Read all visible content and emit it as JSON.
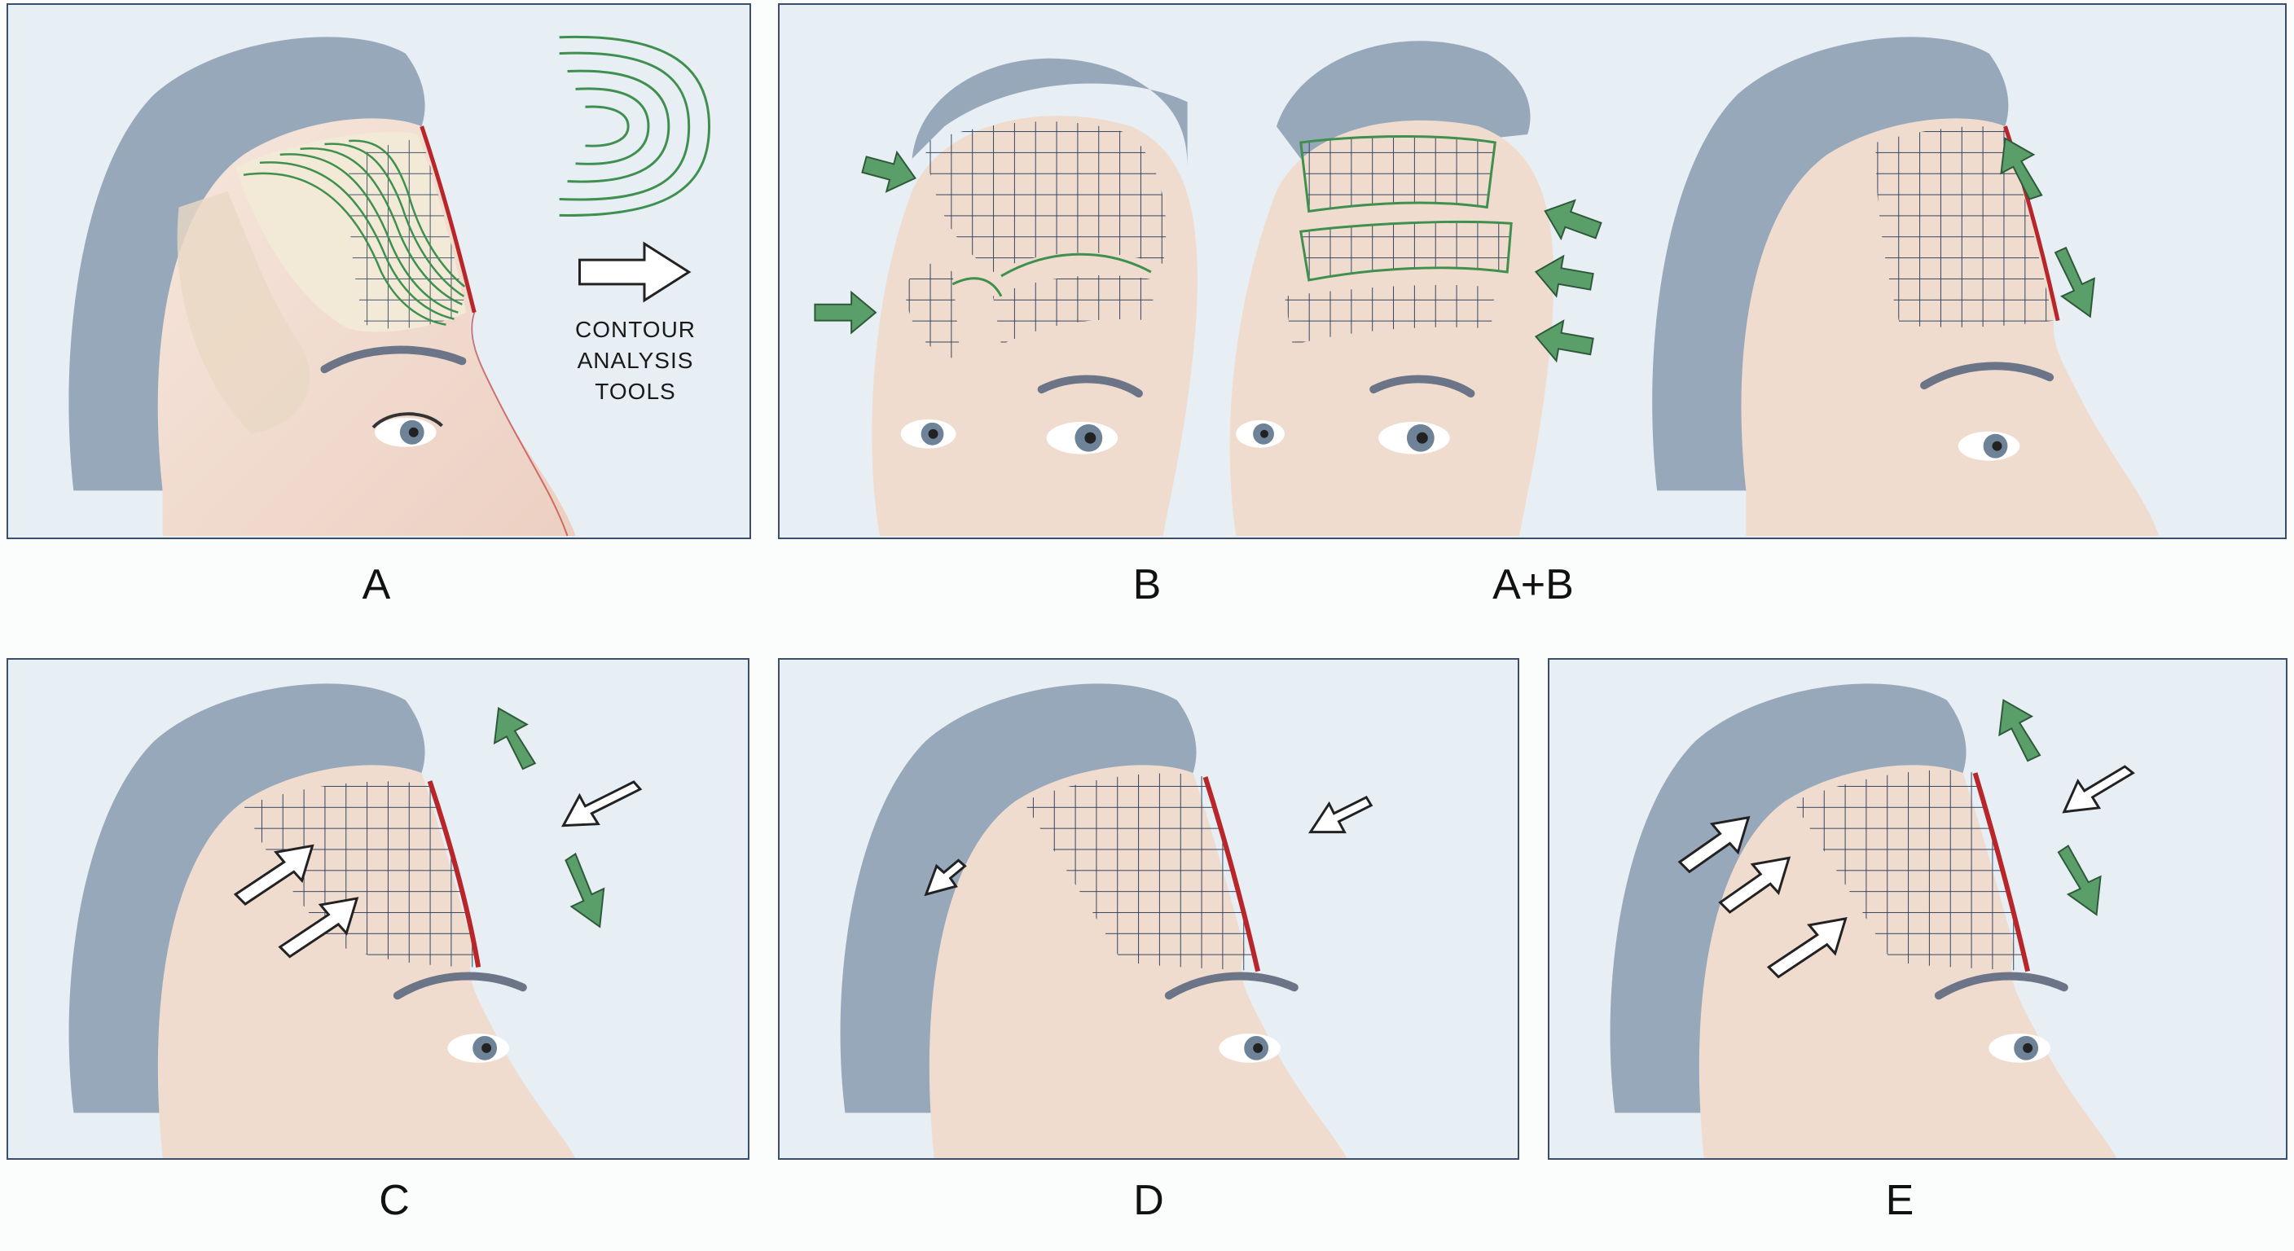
{
  "panels": {
    "a": {
      "label": "A",
      "tools_text": [
        "CONTOUR",
        "ANALYSIS",
        "TOOLS"
      ]
    },
    "b": {
      "label": "B",
      "combo_label": "A+B"
    },
    "c": {
      "label": "C"
    },
    "d": {
      "label": "D"
    },
    "e": {
      "label": "E"
    }
  },
  "colors": {
    "panel_bg": "#e7eef4",
    "panel_border": "#3c4f6a",
    "grid": "#33465f",
    "contour_green": "#3f8f4f",
    "arrow_green": "#5a9e6a",
    "profile_red": "#b8262a",
    "skin": "#f0d9cc",
    "hair": "#7d8ea3"
  },
  "icons": [
    "contour-lines-icon",
    "white-arrow-icon",
    "green-arrow-icon",
    "forehead-grid-icon"
  ]
}
